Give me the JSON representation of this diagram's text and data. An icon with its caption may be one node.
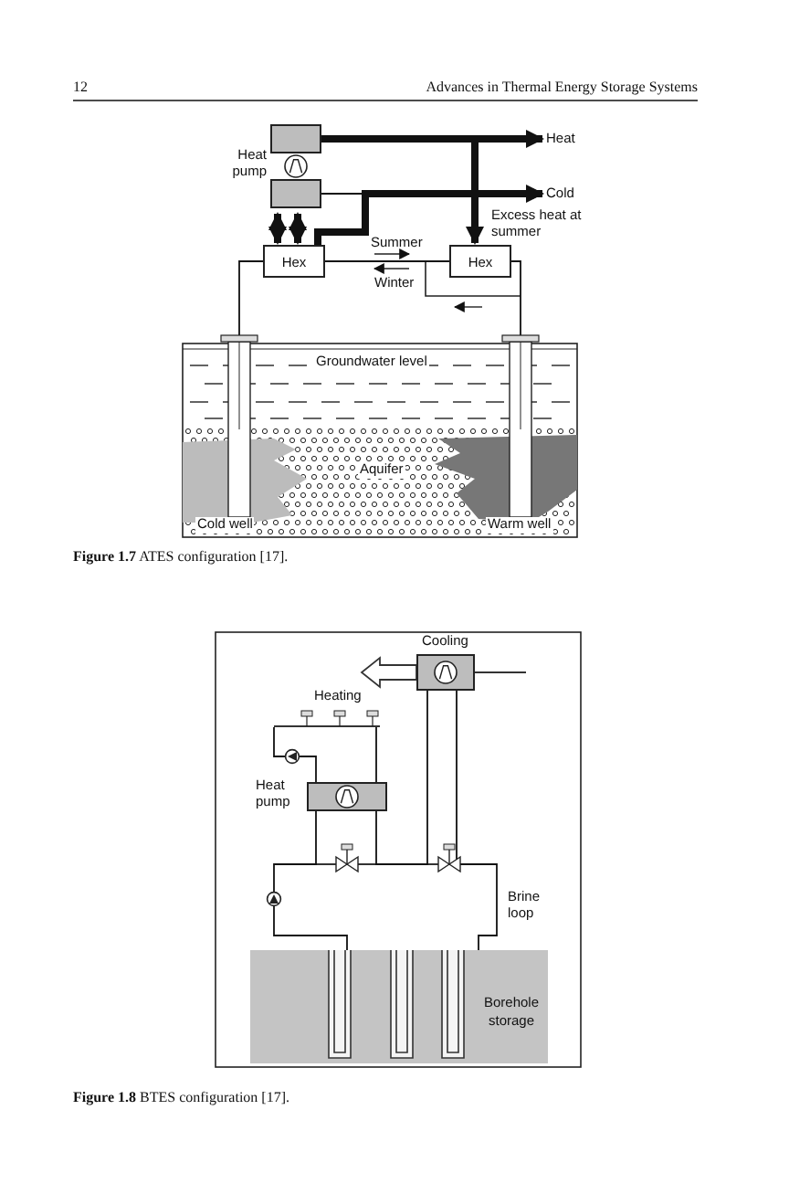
{
  "diagram": {
    "nodes": [
      {
        "text": [
          "Heat pump"
        ]
      },
      {
        "text": [
          "Heat"
        ]
      },
      {
        "text": [
          "Cold"
        ]
      },
      {
        "text": [
          "Hex"
        ]
      },
      {
        "text": [
          "Hex"
        ]
      },
      {
        "text": [
          "Cold well"
        ]
      },
      {
        "text": [
          "Warm well"
        ]
      },
      {
        "text": [
          "Cooling"
        ]
      },
      {
        "text": [
          "Heating"
        ]
      },
      {
        "text": [],
        "shape": "circle"
      },
      {
        "text": [
          "Heat pump"
        ]
      },
      {
        "text": [],
        "shape": "circle"
      },
      {
        "text": [
          "Borehole storage"
        ]
      }
    ],
    "edges": [
      {
        "from": 0,
        "to": 1,
        "arrow": "to",
        "style": "thick"
      },
      {
        "from": 0,
        "to": 2,
        "arrow": "to"
      },
      {
        "from": 0,
        "to": 4,
        "arrow": "to",
        "style": "thick",
        "label": "Excess heat at summer"
      },
      {
        "from": 3,
        "to": 0,
        "arrow": "both",
        "style": "thick"
      },
      {
        "from": 3,
        "to": 0,
        "arrow": "both",
        "style": "thick"
      },
      {
        "from": 3,
        "to": 2,
        "arrow": "to",
        "style": "thick"
      },
      {
        "from": 3,
        "to": 4,
        "arrow": "none"
      },
      {
        "from": 3,
        "to": 5,
        "arrow": "none"
      },
      {
        "from": 4,
        "to": 6,
        "arrow": "none"
      },
      {
        "from": 7,
        "to": null,
        "arrow": "to"
      },
      {
        "from": 10,
        "to": 8,
        "arrow": "none"
      },
      {
        "from": 8,
        "to": 9,
        "arrow": "none"
      },
      {
        "from": 9,
        "to": 10,
        "arrow": "none"
      },
      {
        "from": 7,
        "to": 12,
        "arrow": "none"
      },
      {
        "from": 10,
        "to": 11,
        "arrow": "none"
      },
      {
        "from": 11,
        "to": 12,
        "arrow": "none"
      },
      {
        "from": 7,
        "to": 10,
        "arrow": "none"
      }
    ],
    "labels": [
      "12",
      "Advances in Thermal Energy Storage Systems",
      "Summer",
      "Winter",
      "Groundwater level",
      "Aquifer",
      "**Figure 1.7** ATES configuration [17].",
      "Brine loop",
      "**Figure 1.8** BTES configuration [17]."
    ]
  }
}
